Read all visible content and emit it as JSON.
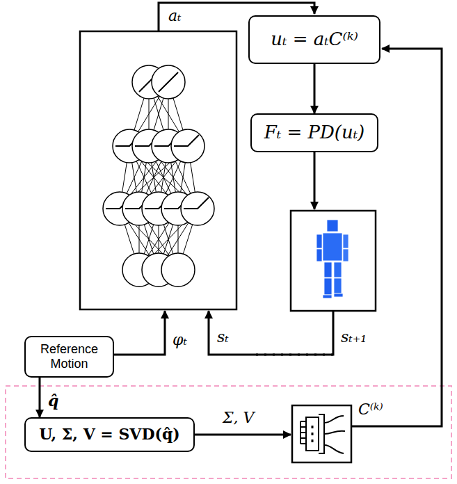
{
  "diagram": {
    "nodes": [
      {
        "text": [
          "uₜ = aₜC⁽ᵏ⁾"
        ]
      },
      {
        "text": [
          "Fₜ = PD(uₜ)"
        ]
      },
      {
        "text": [
          "Reference Motion"
        ]
      },
      {
        "text": [
          "U, Σ, V = SVD(q̂)"
        ]
      }
    ],
    "edges": [
      {
        "from": 0,
        "to": 1,
        "arrow": "to"
      },
      {
        "from": 2,
        "to": 3,
        "arrow": "to",
        "label": "q̂"
      }
    ],
    "labels": [
      "aₜ",
      "φₜ",
      "sₜ",
      "sₜ₊₁",
      "Σ, V",
      "C⁽ᵏ⁾"
    ]
  }
}
